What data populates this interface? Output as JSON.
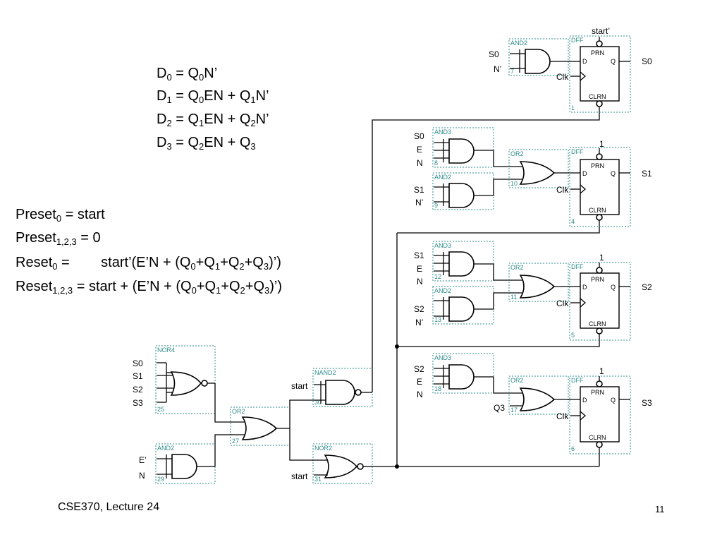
{
  "equations": {
    "d0": {
      "lhs": "D",
      "lhs_sub": "0",
      "eq": " = ",
      "t1": "Q",
      "t1s": "0",
      "t1r": "N’"
    },
    "d1": {
      "lhs": "D",
      "lhs_sub": "1",
      "eq": " = ",
      "t1": "Q",
      "t1s": "0",
      "t1r": "EN + ",
      "t2": "Q",
      "t2s": "1",
      "t2r": "N’"
    },
    "d2": {
      "lhs": "D",
      "lhs_sub": "2",
      "eq": " = ",
      "t1": "Q",
      "t1s": "1",
      "t1r": "EN + ",
      "t2": "Q",
      "t2s": "2",
      "t2r": "N’"
    },
    "d3": {
      "lhs": "D",
      "lhs_sub": "3",
      "eq": " = ",
      "t1": "Q",
      "t1s": "2",
      "t1r": "EN + ",
      "t2": "Q",
      "t2s": "3",
      "t2r": ""
    }
  },
  "presets": {
    "p0": {
      "label": "Preset",
      "sub": "0",
      "rest": " = start"
    },
    "p123": {
      "label": "Preset",
      "sub": "1,2,3",
      "rest": " = 0"
    },
    "r0": {
      "label": "Reset",
      "sub": "0",
      "rest": " =        start’(E’N + (Q",
      "a": "0",
      "b": "+Q",
      "bs": "1",
      "c": "+Q",
      "cs": "2",
      "d": "+Q",
      "ds": "3",
      "e": ")’)"
    },
    "r123": {
      "label": "Reset",
      "sub": "1,2,3",
      "rest": " = start + (E’N + (Q",
      "a": "0",
      "b": "+Q",
      "bs": "1",
      "c": "+Q",
      "cs": "2",
      "d": "+Q",
      "ds": "3",
      "e": ")’)"
    }
  },
  "footer": {
    "course": "CSE370, Lecture 24",
    "page": "11"
  },
  "circuit": {
    "gates": [
      {
        "id": "and2_7",
        "type": "AND2",
        "num": "7"
      },
      {
        "id": "dff_1",
        "type": "DFF",
        "num": "1"
      },
      {
        "id": "and3_8",
        "type": "AND3",
        "num": "8"
      },
      {
        "id": "and2_9",
        "type": "AND2",
        "num": "9"
      },
      {
        "id": "or2_10",
        "type": "OR2",
        "num": "10"
      },
      {
        "id": "dff_4",
        "type": "DFF",
        "num": "4"
      },
      {
        "id": "and3_12",
        "type": "AND3",
        "num": "12"
      },
      {
        "id": "and2_13",
        "type": "AND2",
        "num": "13"
      },
      {
        "id": "or2_11",
        "type": "OR2",
        "num": "11"
      },
      {
        "id": "dff_5",
        "type": "DFF",
        "num": "5"
      },
      {
        "id": "and3_18",
        "type": "AND3",
        "num": "18"
      },
      {
        "id": "or2_17",
        "type": "OR2",
        "num": "17"
      },
      {
        "id": "dff_6",
        "type": "DFF",
        "num": "6"
      },
      {
        "id": "nor4_25",
        "type": "NOR4",
        "num": "25"
      },
      {
        "id": "and2_29",
        "type": "AND2",
        "num": "29"
      },
      {
        "id": "or2_27",
        "type": "OR2",
        "num": "27"
      },
      {
        "id": "nand2_30",
        "type": "NAND2",
        "num": "30"
      },
      {
        "id": "nor2_31",
        "type": "NOR2",
        "num": "31"
      }
    ],
    "pins": {
      "ff_d": "D",
      "ff_q": "Q",
      "ff_prn": "PRN",
      "ff_clrn": "CLRN",
      "ff_clk": "Clk",
      "start_p": "start’",
      "one": "1",
      "start": "start",
      "s0": "S0",
      "s1": "S1",
      "s2": "S2",
      "s3": "S3",
      "n": "N",
      "np": "N’",
      "e": "E",
      "ep": "E’",
      "q3": "Q3"
    }
  }
}
